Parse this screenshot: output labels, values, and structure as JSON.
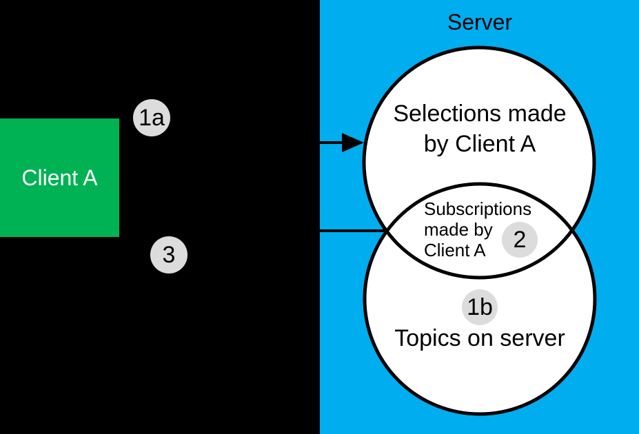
{
  "colors": {
    "background": "#000000",
    "server_bg": "#00AEEF",
    "client_bg": "#00B254",
    "circle_fill": "#FFFFFF",
    "stroke_ink": "#000000",
    "badge_bg": "#DCDCDC",
    "text_dark": "#000000",
    "text_light": "#FFFFFF"
  },
  "server": {
    "title": "Server"
  },
  "client": {
    "label": "Client A"
  },
  "venn": {
    "top_circle": {
      "lines": [
        "Selections made",
        "by Client A"
      ]
    },
    "overlap": {
      "lines": [
        "Subscriptions",
        "made by",
        "Client A"
      ]
    },
    "bottom_circle": {
      "label": "Topics on server"
    }
  },
  "badges": {
    "b1a": "1a",
    "b1b": "1b",
    "b2": "2",
    "b3": "3"
  }
}
